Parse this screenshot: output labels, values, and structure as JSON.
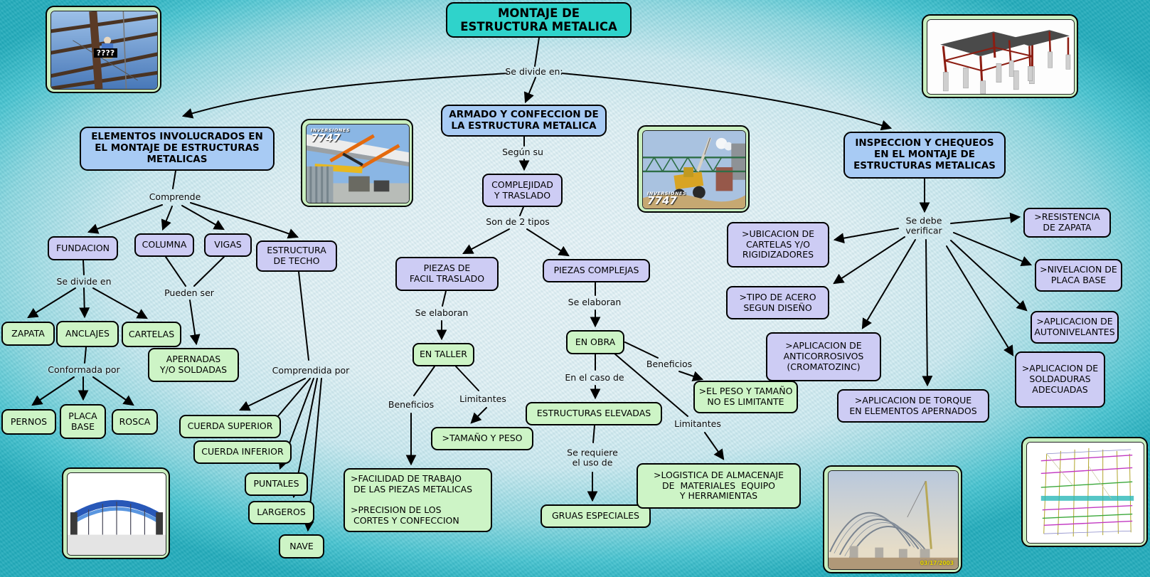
{
  "colors": {
    "root_node": "#2FD3CB",
    "branch_node": "#A8CBF4",
    "concept_node": "#CDCCF4",
    "detail_node": "#CDF4C6",
    "photo_frame": "#C9EFC0",
    "background_edge": "#23ACBB",
    "arrow": "#000000"
  },
  "title": "MONTAJE DE\nESTRUCTURA METALICA",
  "links": {
    "se_divide": "Se divide en:",
    "comprende": "Comprende",
    "se_divide_en": "Se divide en",
    "conformada_por": "Conformada por",
    "pueden_ser": "Pueden ser",
    "comprendida_por": "Comprendida por",
    "segun_su": "Según su",
    "son_de_2_tipos": "Son de 2 tipos",
    "se_elaboran_taller": "Se elaboran",
    "se_elaboran_obra": "Se elaboran",
    "beneficios_taller": "Beneficios",
    "limitantes_taller": "Limitantes",
    "en_el_caso_de": "En el caso de",
    "se_requiere": "Se requiere\nel uso de",
    "beneficios_obra": "Beneficios",
    "limitantes_obra": "Limitantes",
    "se_debe_verificar": "Se debe\nverificar"
  },
  "branches": {
    "elementos": "ELEMENTOS INVOLUCRADOS EN\nEL MONTAJE DE ESTRUCTURAS\nMETALICAS",
    "armado": "ARMADO Y CONFECCION DE\nLA ESTRUCTURA METALICA",
    "inspeccion": "INSPECCION Y CHEQUEOS\nEN EL MONTAJE DE\nESTRUCTURAS METALICAS"
  },
  "nodes": {
    "fundacion": "FUNDACION",
    "columna": "COLUMNA",
    "vigas": "VIGAS",
    "estructura_techo": "ESTRUCTURA\nDE TECHO",
    "zapata": "ZAPATA",
    "anclajes": "ANCLAJES",
    "cartelas": "CARTELAS",
    "pernos": "PERNOS",
    "placa_base": "PLACA\nBASE",
    "rosca": "ROSCA",
    "apernadas": "APERNADAS\nY/O SOLDADAS",
    "cuerda_superior": "CUERDA SUPERIOR",
    "cuerda_inferior": "CUERDA INFERIOR",
    "puntales": "PUNTALES",
    "largeros": "LARGEROS",
    "nave": "NAVE",
    "complejidad": "COMPLEJIDAD\nY TRASLADO",
    "piezas_facil": "PIEZAS DE\nFACIL TRASLADO",
    "piezas_complejas": "PIEZAS COMPLEJAS",
    "en_taller": "EN TALLER",
    "tamano_peso": ">TAMAÑO Y PESO",
    "beneficios_taller_box": ">FACILIDAD DE TRABAJO\n DE LAS PIEZAS METALICAS\n\n>PRECISION DE LOS\n CORTES Y CONFECCION",
    "en_obra": "EN OBRA",
    "estructuras_elevadas": "ESTRUCTURAS ELEVADAS",
    "gruas_especiales": "GRUAS ESPECIALES",
    "peso_tamano": ">EL PESO Y TAMAÑO\nNO ES LIMITANTE",
    "logistica": ">LOGISTICA DE ALMACENAJE\nDE  MATERIALES  EQUIPO\nY HERRAMIENTAS",
    "ubicacion_cartelas": ">UBICACION DE\nCARTELAS Y/O\nRIGIDIZADORES",
    "tipo_acero": ">TIPO DE ACERO\nSEGUN DISEÑO",
    "anticorrosivos": ">APLICACION DE\nANTICORROSIVOS\n(CROMATOZINC)",
    "torque": ">APLICACION DE TORQUE\nEN ELEMENTOS APERNADOS",
    "resistencia_zapata": ">RESISTENCIA\nDE ZAPATA",
    "nivelacion_placa": ">NIVELACION DE\nPLACA BASE",
    "autonivelantes": ">APLICACION DE\nAUTONIVELANTES",
    "soldaduras": ">APLICACION DE\nSOLDADURAS\nADECUADAS"
  },
  "images": {
    "workers_watermark": "????",
    "inversiones": "INVERSIONES",
    "inversiones_num": "7747",
    "date_stamp": "03/17/2003"
  }
}
